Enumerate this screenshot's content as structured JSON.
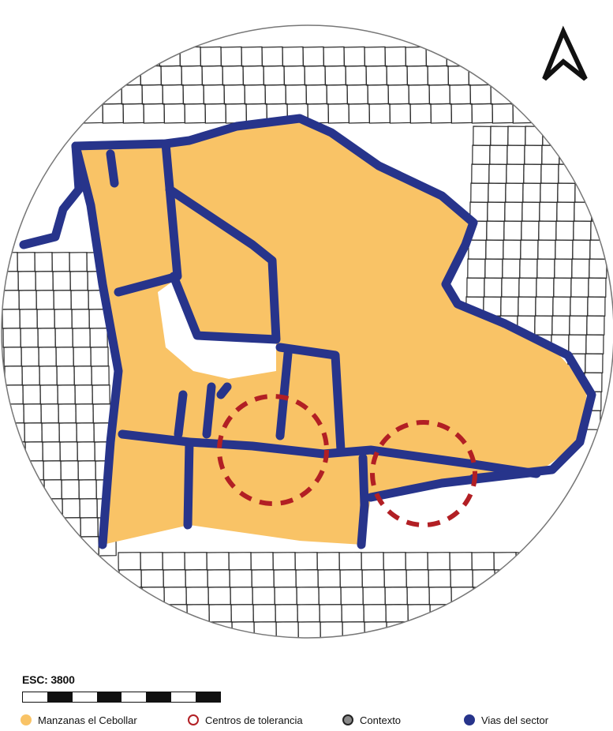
{
  "map": {
    "colors": {
      "blocks": "#f9c366",
      "roads": "#27348b",
      "tolerance": "#b21f24",
      "context": "#222222",
      "frame": "#777777"
    },
    "north_arrow_icon": "north-arrow-icon"
  },
  "scale": {
    "label": "ESC: 3800",
    "segments": 8
  },
  "legend": {
    "items": [
      {
        "key": "blocks",
        "label": "Manzanas el Cebollar",
        "symbol": "filled-circle",
        "color": "#f9c366"
      },
      {
        "key": "tolerance",
        "label": "Centros de tolerancia",
        "symbol": "ring",
        "color": "#b21f24"
      },
      {
        "key": "context",
        "label": "Contexto",
        "symbol": "gray-circle",
        "color": "#8a8a8a"
      },
      {
        "key": "roads",
        "label": "Vias del sector",
        "symbol": "filled-circle",
        "color": "#27348b"
      }
    ]
  }
}
